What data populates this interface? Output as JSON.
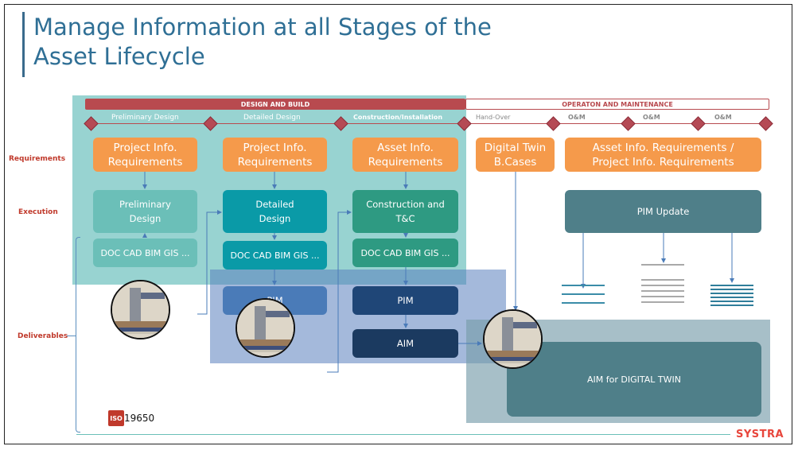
{
  "title": {
    "line1": "Manage Information at all Stages of the",
    "line2": "Asset Lifecycle"
  },
  "phases": {
    "design_build": "DESIGN AND BUILD",
    "operation": "OPERATON AND MAINTENANCE"
  },
  "stages": [
    "Preliminary Design",
    "Detailed Design",
    "Construction/Installation",
    "Hand-Over",
    "O&M",
    "O&M",
    "O&M"
  ],
  "row_labels": {
    "requirements": "Requirements",
    "execution": "Execution",
    "deliverables": "Deliverables"
  },
  "requirements": [
    "Project Info. Requirements",
    "Project Info. Requirements",
    "Asset Info. Requirements",
    "Digital Twin B.Cases",
    "Asset Info. Requirements / Project Info. Requirements"
  ],
  "execution": [
    "Preliminary Design",
    "Detailed Design",
    "Construction and T&C",
    "PIM Update"
  ],
  "docs": [
    "DOC CAD BIM GIS ...",
    "DOC CAD BIM GIS ...",
    "DOC CAD BIM GIS ..."
  ],
  "models": {
    "pim1": "PIM",
    "pim2": "PIM",
    "aim": "AIM",
    "aim_dt": "AIM for DIGITAL TWIN"
  },
  "footer": {
    "iso_logo": "ISO",
    "iso_number": "19650",
    "brand": "SYSTRA"
  },
  "colors": {
    "accent_red": "#c0392b",
    "orange": "#f59a4b",
    "teal_light": "#6bbfb8",
    "teal_dark": "#0a9aa7",
    "green": "#2e9a82",
    "slate": "#4f7f89",
    "blue_pim": "#4a7bb8",
    "navy": "#1f4677",
    "navy_dark": "#1b3a60"
  },
  "icons": [
    "station-photo-icon",
    "station-photo-icon",
    "station-photo-icon",
    "document-lines-icon",
    "document-lines-icon",
    "document-lines-icon",
    "iso-logo-icon"
  ]
}
